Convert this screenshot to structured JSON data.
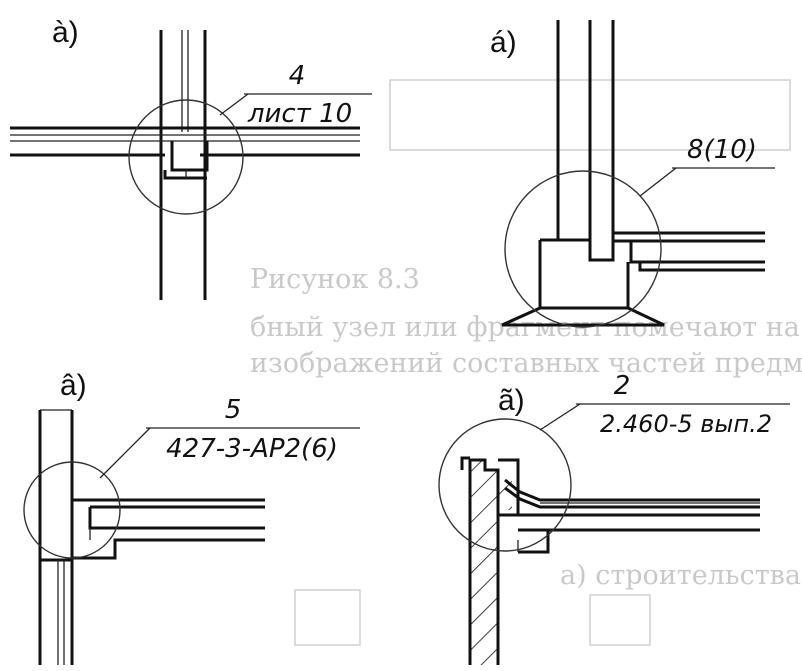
{
  "panels": [
    {
      "letter": "à)",
      "callout_number": "4",
      "callout_sheet": "лист 10"
    },
    {
      "letter": "á)",
      "callout_number": "",
      "callout_sheet": "8(10)"
    },
    {
      "letter": "â)",
      "callout_number": "5",
      "callout_sheet": "427-3-АР2(6)"
    },
    {
      "letter": "ã)",
      "callout_number": "2",
      "callout_sheet": "2.460-5 вып.2"
    }
  ],
  "bleed_through_text": [
    "Рисунок 8.3",
    "бный узел или фрагмент помечают на планах, ф",
    "изображений составных частей предмета, также е",
    "а) строительства, разреза, ф"
  ]
}
